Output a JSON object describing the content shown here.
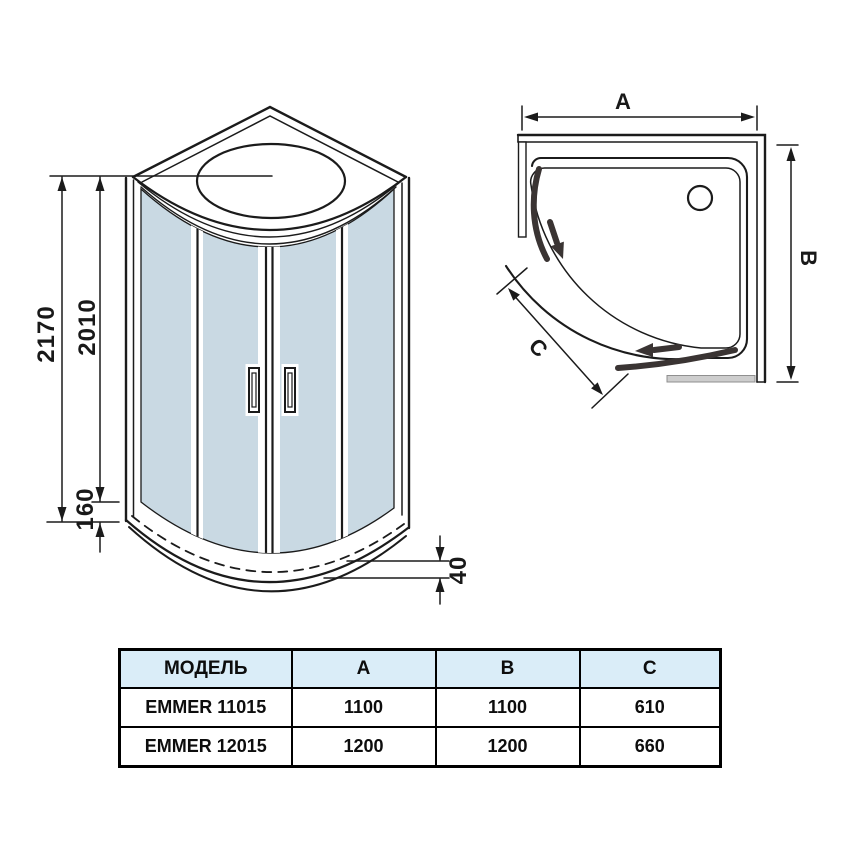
{
  "front_view": {
    "dim_total_height": "2170",
    "dim_door_height": "2010",
    "dim_tray_height": "160",
    "dim_tray_lip": "40"
  },
  "top_view": {
    "dim_width": "A",
    "dim_depth": "B",
    "dim_entry": "C"
  },
  "table": {
    "headers": [
      "МОДЕЛЬ",
      "A",
      "B",
      "C"
    ],
    "rows": [
      {
        "model": "EMMER 11015",
        "a": "1100",
        "b": "1100",
        "c": "610"
      },
      {
        "model": "EMMER 12015",
        "a": "1200",
        "b": "1200",
        "c": "660"
      }
    ]
  },
  "colors": {
    "line": "#1b1b1b",
    "glass": "#c9d9e3",
    "door_arc": "#3a3433",
    "table_header_bg": "#daedf8",
    "track_gray": "#cdcdcd"
  }
}
